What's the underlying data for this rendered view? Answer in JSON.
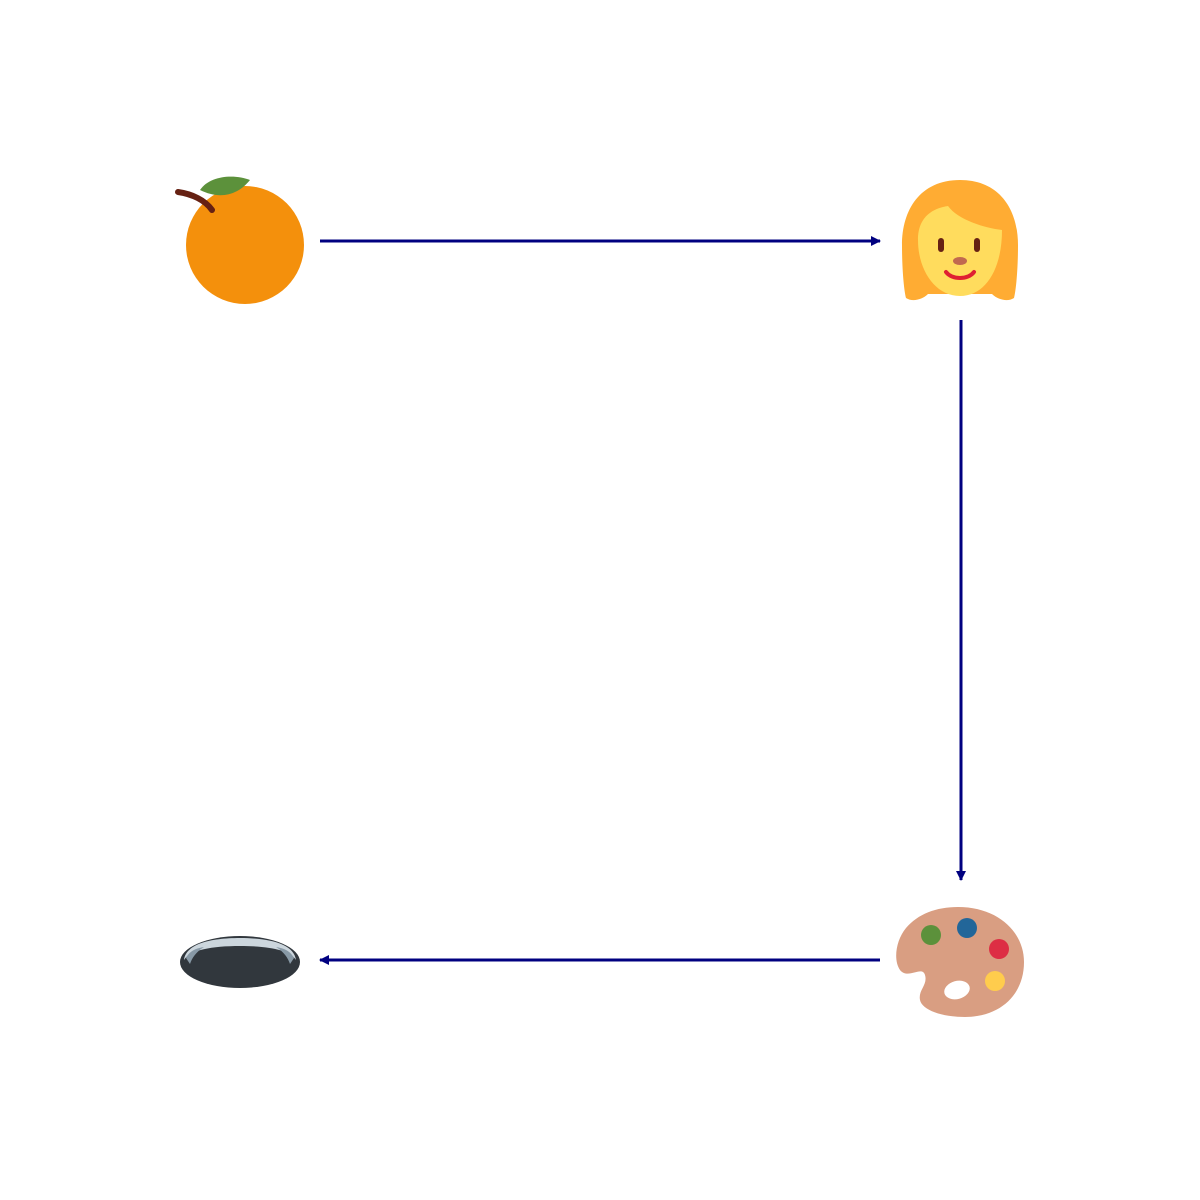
{
  "diagram": {
    "nodes": [
      {
        "id": "orange",
        "icon": "tangerine-icon"
      },
      {
        "id": "woman",
        "icon": "woman-icon"
      },
      {
        "id": "palette",
        "icon": "artist-palette-icon"
      },
      {
        "id": "hole",
        "icon": "hole-icon"
      }
    ],
    "edges": [
      {
        "from": "orange",
        "to": "woman"
      },
      {
        "from": "woman",
        "to": "palette"
      },
      {
        "from": "palette",
        "to": "hole"
      }
    ],
    "colors": {
      "arrow": "#000080",
      "background": "#ffffff"
    }
  }
}
